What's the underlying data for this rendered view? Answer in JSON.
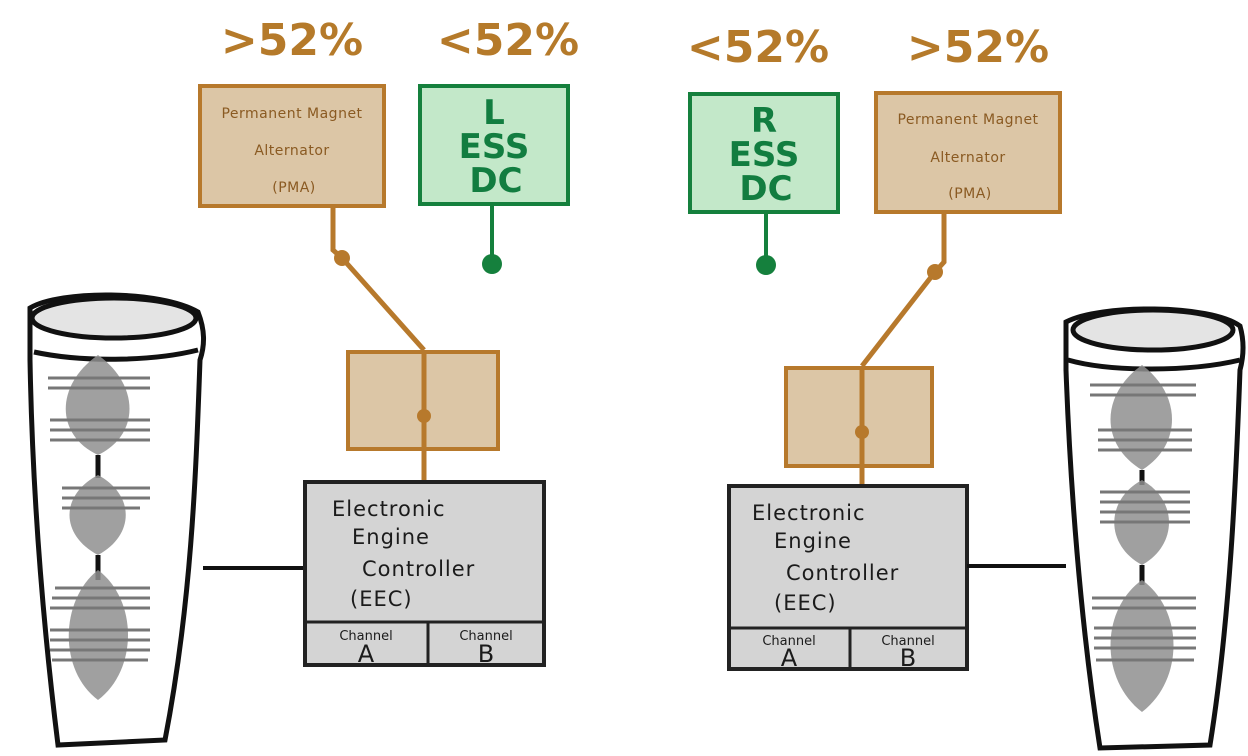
{
  "left_side": {
    "pma_threshold": ">52%",
    "bus_threshold": "<52%",
    "pma": {
      "line1": "Permanent Magnet",
      "line2": "Alternator",
      "line3": "(PMA)"
    },
    "bus": {
      "line1": "L",
      "line2": "ESS",
      "line3": "DC"
    },
    "eec": {
      "line1": "Electronic",
      "line2": "Engine",
      "line3": "Controller",
      "line4": "(EEC)",
      "channel_a_label": "Channel",
      "channel_a_letter": "A",
      "channel_b_label": "Channel",
      "channel_b_letter": "B"
    }
  },
  "right_side": {
    "bus_threshold": "<52%",
    "pma_threshold": ">52%",
    "pma": {
      "line1": "Permanent Magnet",
      "line2": "Alternator",
      "line3": "(PMA)"
    },
    "bus": {
      "line1": "R",
      "line2": "ESS",
      "line3": "DC"
    },
    "eec": {
      "line1": "Electronic",
      "line2": "Engine",
      "line3": "Controller",
      "line4": "(EEC)",
      "channel_a_label": "Channel",
      "channel_a_letter": "A",
      "channel_b_label": "Channel",
      "channel_b_letter": "B"
    }
  },
  "colors": {
    "pma_fill": "#dcc6a6",
    "pma_stroke": "#b7792c",
    "bus_fill": "#c3e8c9",
    "bus_stroke": "#15803d",
    "eec_fill": "#d4d4d4",
    "eec_stroke": "#222222",
    "engine_gray": "#8f8f8f"
  }
}
